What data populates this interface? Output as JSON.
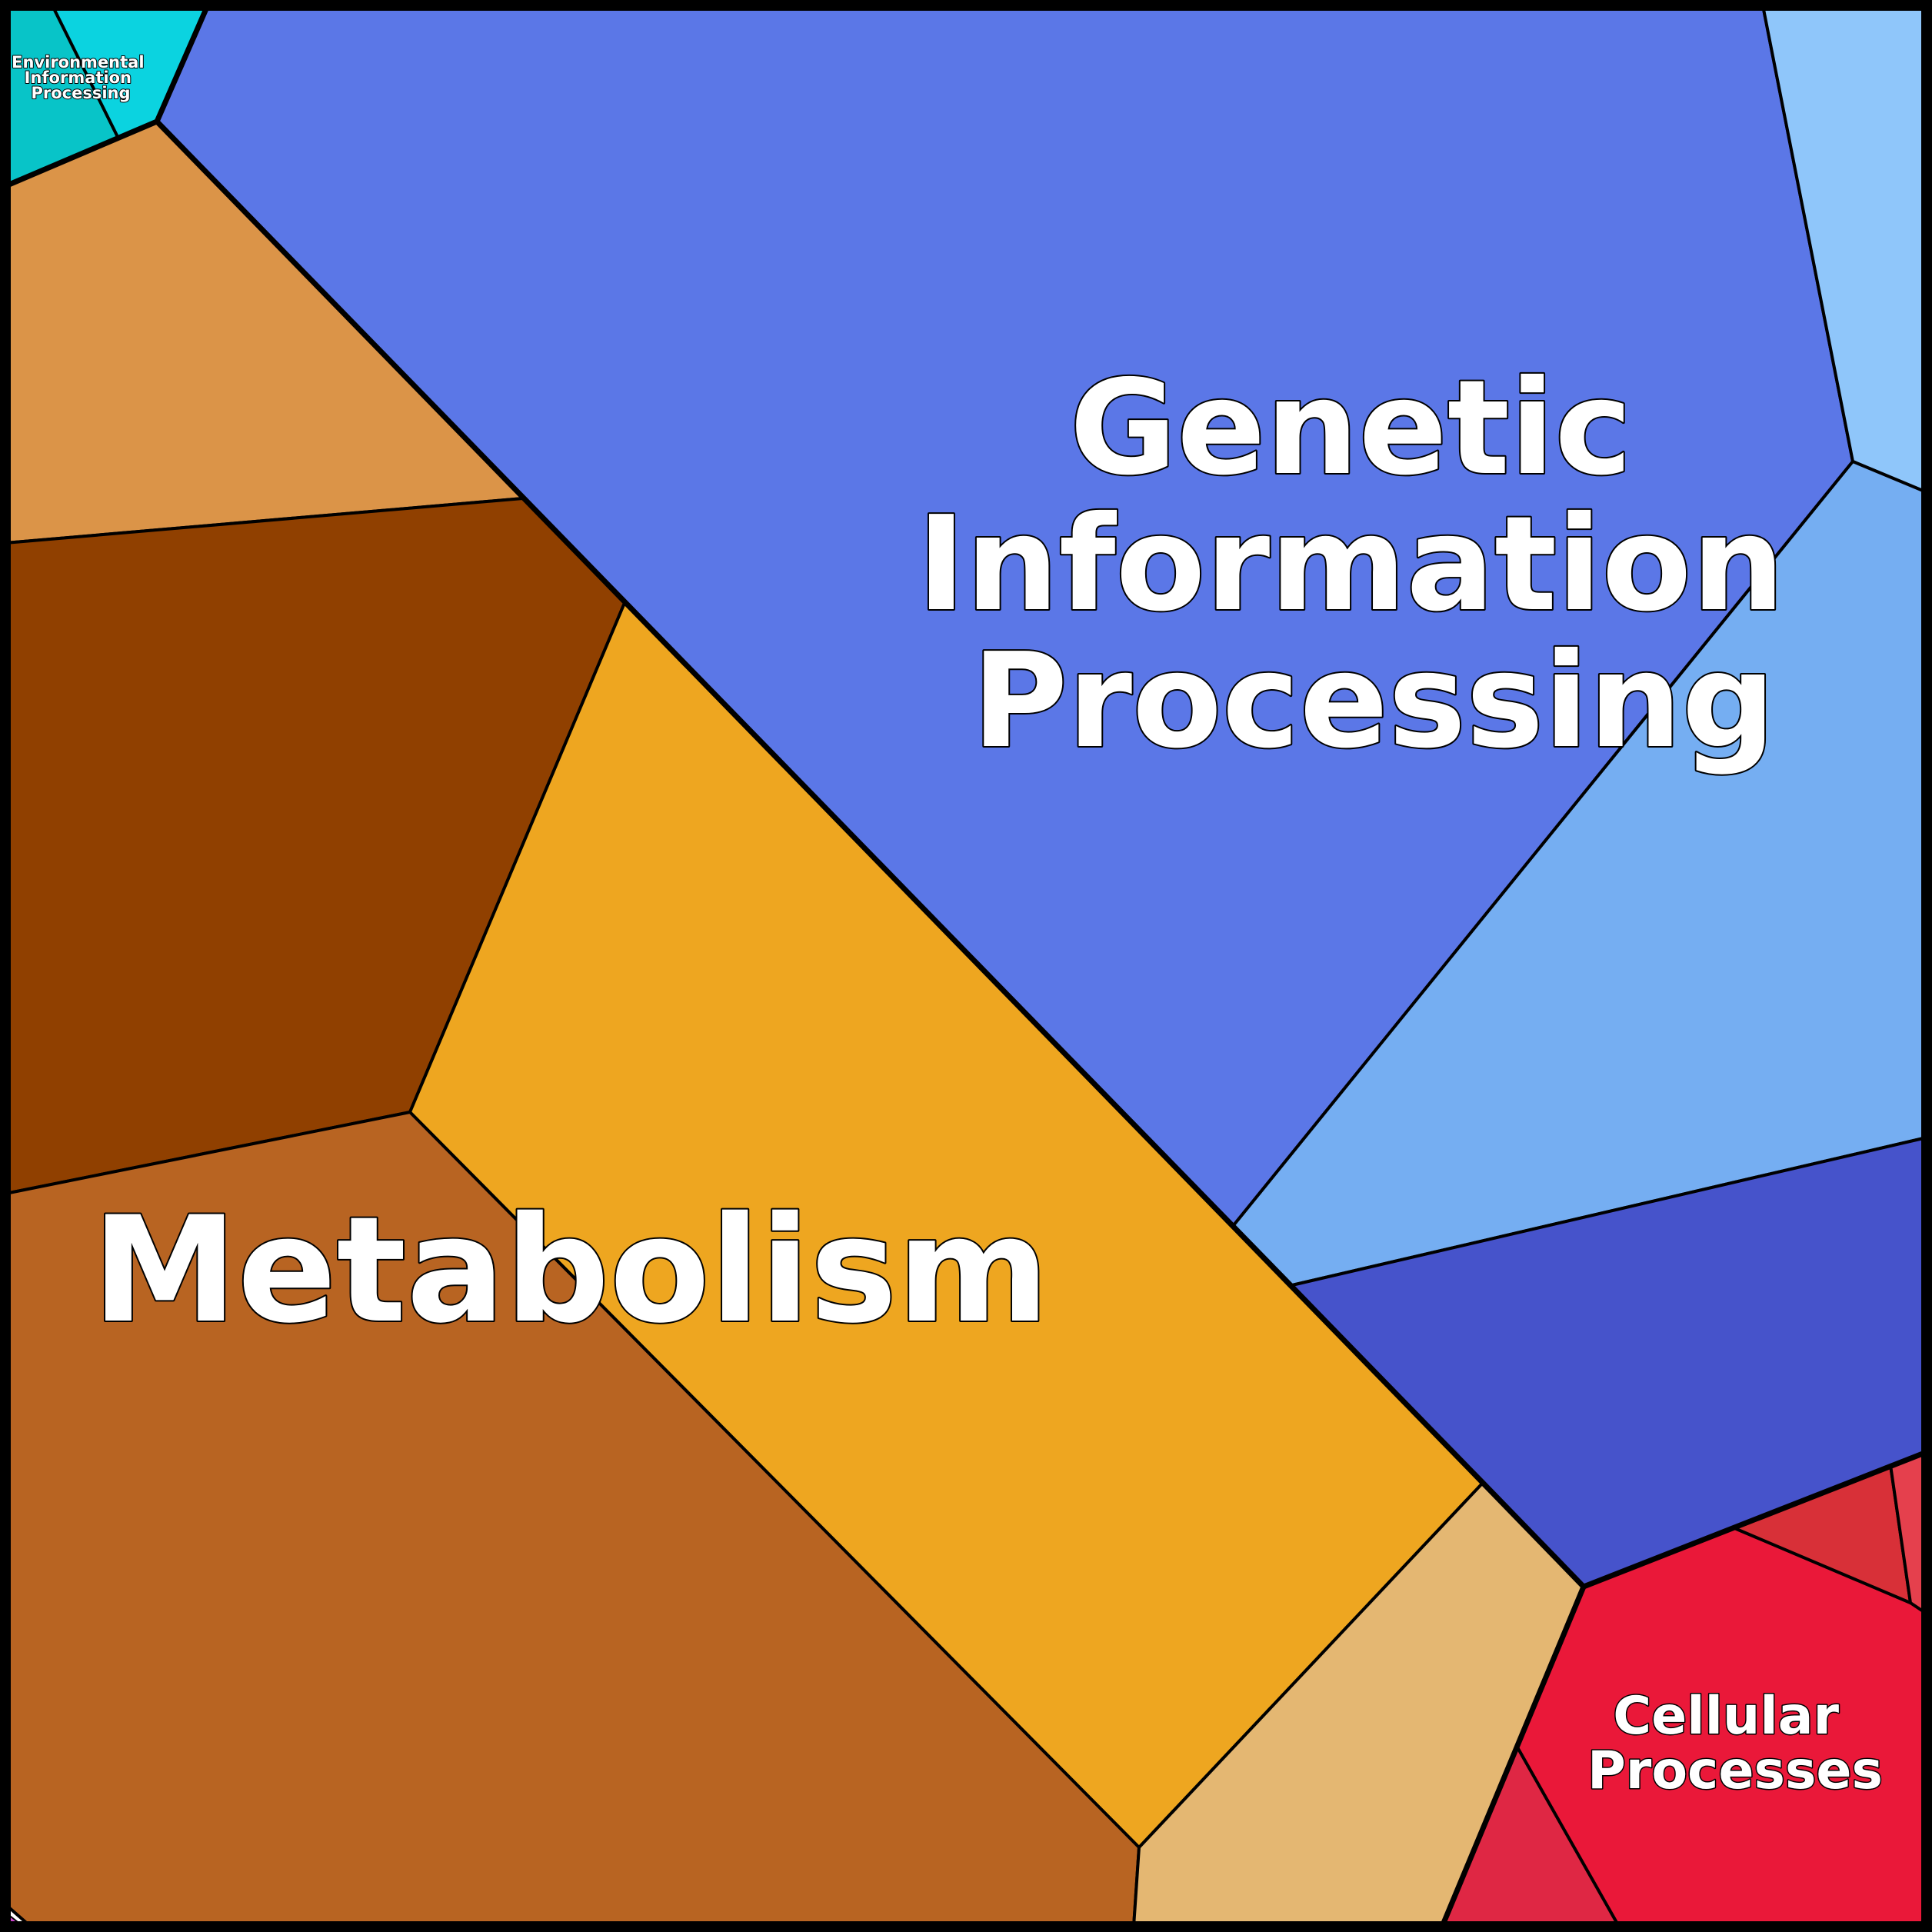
{
  "diagram": {
    "type": "voronoi-treemap",
    "categories": [
      {
        "name": "Environmental Information Processing",
        "label_lines": [
          "Environmental",
          "Information",
          "Processing"
        ],
        "colors": [
          "#08c4c8",
          "#0bd3e0"
        ]
      },
      {
        "name": "Metabolism",
        "label_lines": [
          "Metabolism"
        ],
        "colors": [
          "#db9448",
          "#904000",
          "#eea620",
          "#b86422",
          "#e4b772"
        ]
      },
      {
        "name": "Genetic Information Processing",
        "label_lines": [
          "Genetic",
          "Information",
          "Processing"
        ],
        "colors": [
          "#5b77e7",
          "#8fc6fa",
          "#75aef2",
          "#4653cb"
        ]
      },
      {
        "name": "Cellular Processes",
        "label_lines": [
          "Cellular",
          "Processes"
        ],
        "colors": [
          "#ea1839",
          "#d83038",
          "#e5404d",
          "#df2744"
        ]
      }
    ]
  }
}
